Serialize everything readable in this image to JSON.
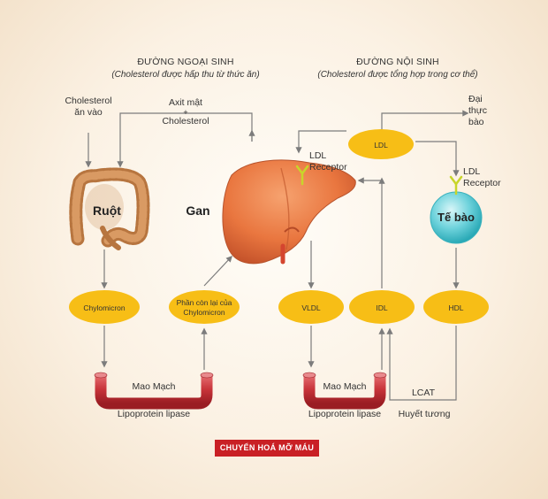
{
  "left": {
    "heading": "ĐƯỜNG NGOẠI SINH",
    "subheading": "(Cholesterol được hấp thu từ thức ăn)",
    "intake": [
      "Cholesterol",
      "ăn vào"
    ],
    "bile": [
      "Axit mật",
      "+",
      "Cholesterol"
    ],
    "intestine": "Ruột",
    "liver": "Gan",
    "chylomicron": "Chylomicron",
    "remnant": [
      "Phần còn lại của",
      "Chylomicron"
    ],
    "capillary": "Mao Mạch",
    "enzyme": "Lipoprotein lipase"
  },
  "right": {
    "heading": "ĐƯỜNG NỘI SINH",
    "subheading": "(Cholesterol được tổng hợp trong cơ thể)",
    "ldl": "LDL",
    "ldl_receptor_liver": [
      "LDL",
      "Receptor"
    ],
    "macrophage": [
      "Đại",
      "thực",
      "bào"
    ],
    "ldl_receptor_cell": [
      "LDL",
      "Receptor"
    ],
    "cell": "Tế bào",
    "vldl": "VLDL",
    "idl": "IDL",
    "hdl": "HDL",
    "capillary": "Mao Mạch",
    "enzyme": "Lipoprotein lipase",
    "lcat": "LCAT",
    "plasma": "Huyết tương"
  },
  "footer": "CHUYỂN HOÁ  MỠ MÁU",
  "colors": {
    "oval": "#f7be16",
    "liver": "#e9763f",
    "intestine": "#c98a54",
    "vessel": "#c8343a",
    "cell": "#4fc7d2",
    "receptor": "#c8d52a",
    "arrow": "#7c7c7c",
    "footer": "#c92025"
  }
}
